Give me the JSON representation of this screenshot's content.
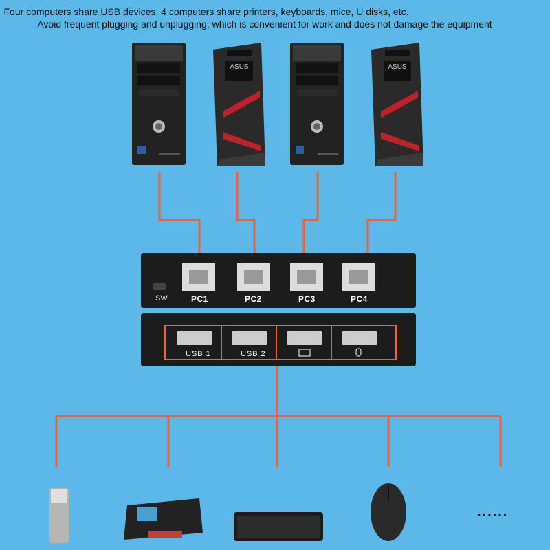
{
  "caption": {
    "line1": "Four computers share USB devices, 4 computers share printers, keyboards, mice, U disks, etc.",
    "line2": "Avoid frequent plugging and unplugging, which is convenient for work and does not damage the equipment"
  },
  "computers": [
    {
      "name": "tower-pc",
      "brand": ""
    },
    {
      "name": "gaming-pc",
      "brand": "ASUS"
    },
    {
      "name": "tower-pc",
      "brand": ""
    },
    {
      "name": "gaming-pc",
      "brand": "ASUS"
    }
  ],
  "switch": {
    "sw_label": "SW",
    "pc_ports": [
      "PC1",
      "PC2",
      "PC3",
      "PC4"
    ],
    "usb_ports": [
      "USB 1",
      "USB 2"
    ],
    "usb_port_icons": [
      "keyboard-icon",
      "mouse-icon"
    ]
  },
  "devices": [
    "usb-flash-drive",
    "printer",
    "keyboard",
    "mouse"
  ],
  "more_indicator": "......",
  "colors": {
    "background": "#5bb8e8",
    "cable": "#e8643c",
    "switch_body": "#1c1c1c"
  }
}
